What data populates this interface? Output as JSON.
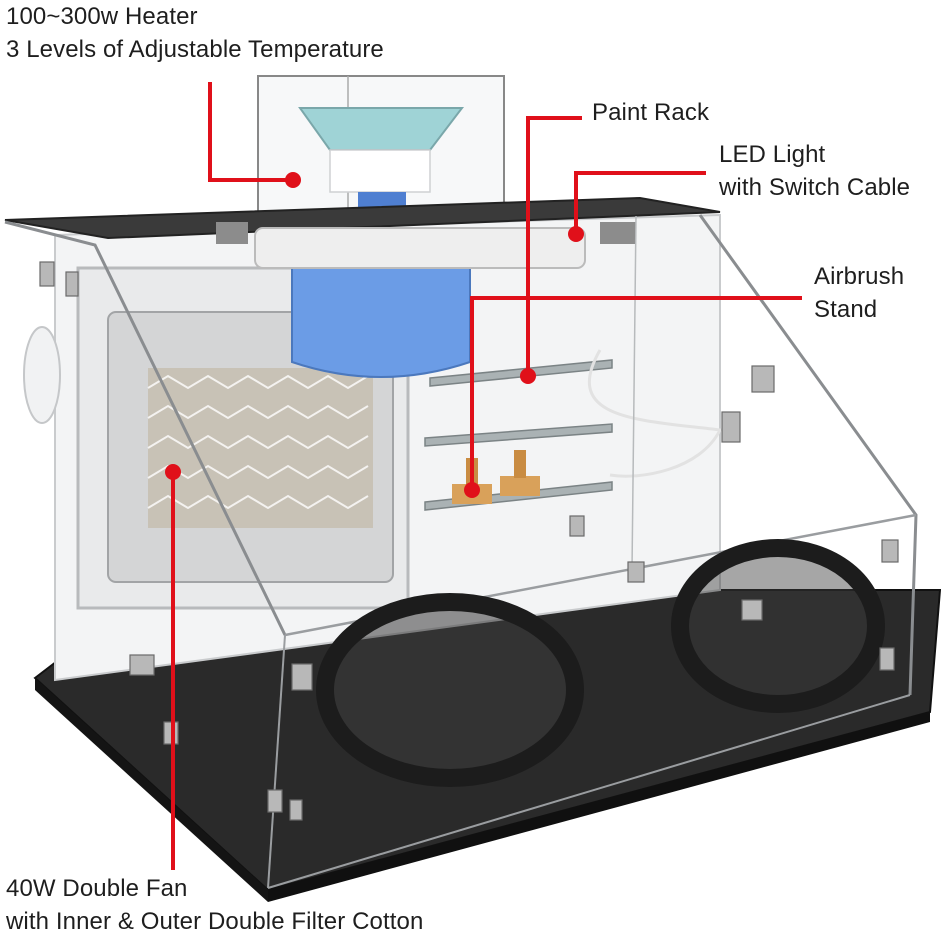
{
  "image": {
    "accent_color": "#e0101a",
    "callouts": {
      "heater": {
        "line1": "100~300w Heater",
        "line2": "3 Levels of Adjustable Temperature"
      },
      "paint_rack": {
        "line1": "Paint Rack"
      },
      "led_light": {
        "line1": "LED Light",
        "line2": "with Switch Cable"
      },
      "airbrush_stand": {
        "line1": "Airbrush",
        "line2": "Stand"
      },
      "fan": {
        "line1": "40W Double Fan",
        "line2": "with Inner & Outer Double Filter Cotton"
      }
    }
  }
}
